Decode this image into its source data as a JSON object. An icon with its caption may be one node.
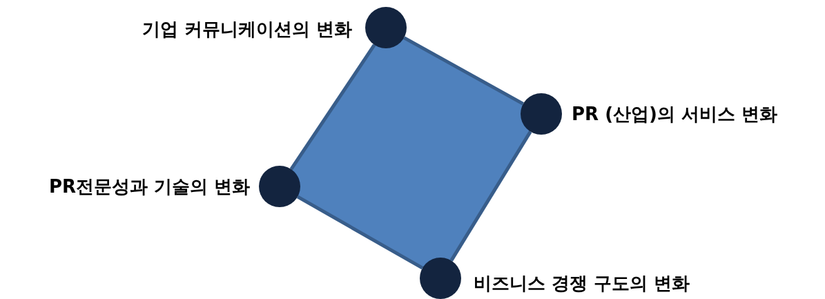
{
  "diagram": {
    "nodes": [
      {
        "text": [],
        "shape": "circle",
        "beside": [
          "기업 커뮤니케이션의 변화"
        ]
      },
      {
        "text": [],
        "shape": "circle",
        "beside": [
          "PR (산업)의 서비스 변화"
        ]
      },
      {
        "text": [],
        "shape": "circle",
        "beside": [
          "PR전문성과 기술의 변화"
        ]
      },
      {
        "text": [],
        "shape": "circle",
        "beside": [
          "비즈니스 경쟁 구도의 변화"
        ]
      }
    ],
    "edges": [
      {
        "from": 0,
        "to": 1,
        "arrow": "none"
      },
      {
        "from": 1,
        "to": 3,
        "arrow": "none"
      },
      {
        "from": 3,
        "to": 2,
        "arrow": "none"
      },
      {
        "from": 2,
        "to": 0,
        "arrow": "none"
      }
    ]
  }
}
